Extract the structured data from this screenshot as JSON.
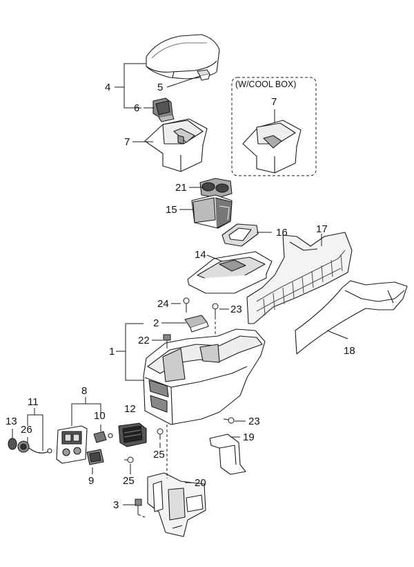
{
  "diagram": {
    "note": "(W/COOL BOX)",
    "callouts": [
      "1",
      "2",
      "3",
      "4",
      "5",
      "6",
      "7",
      "8",
      "9",
      "10",
      "11",
      "12",
      "13",
      "14",
      "15",
      "16",
      "17",
      "18",
      "19",
      "20",
      "21",
      "22",
      "23",
      "24",
      "25",
      "26"
    ],
    "colors": {
      "line": "#1a1a1a",
      "fill": "#ffffff",
      "shade": "#b8b8b8",
      "dark": "#4a4a4a"
    }
  }
}
